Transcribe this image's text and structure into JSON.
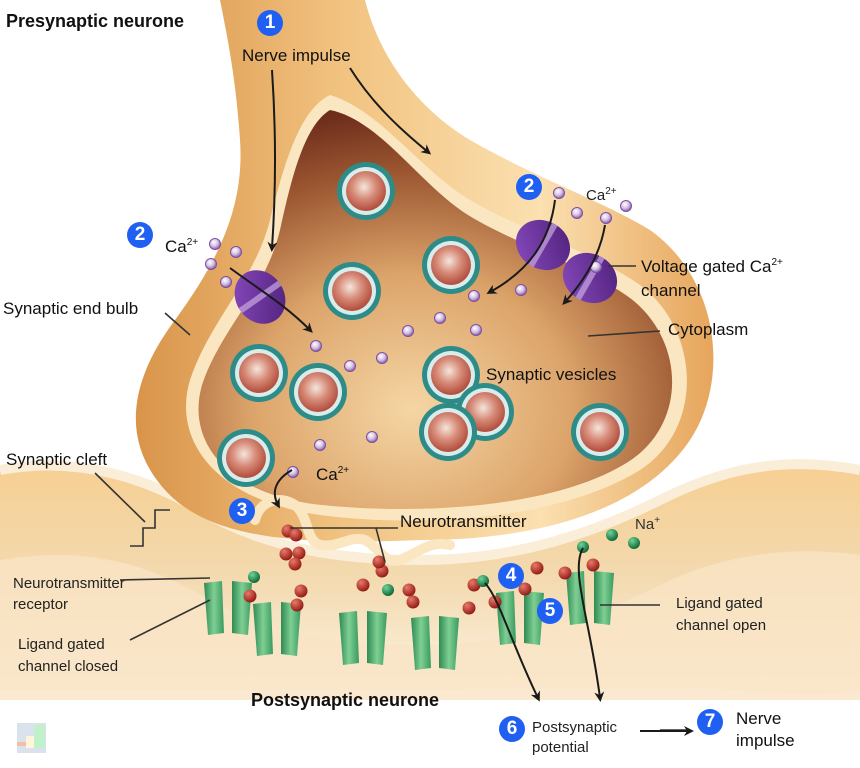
{
  "diagram": {
    "title_presynaptic": "Presynaptic neurone",
    "title_postsynaptic": "Postsynaptic neurone",
    "steps": [
      {
        "number": "1",
        "label": "Nerve impulse"
      },
      {
        "number": "2",
        "label": "Ca",
        "superscript": "2+"
      },
      {
        "number": "2",
        "label": "Ca",
        "superscript": "2+"
      },
      {
        "number": "3",
        "label": "Ca",
        "superscript": "2+"
      },
      {
        "number": "4",
        "label": ""
      },
      {
        "number": "5",
        "label": ""
      },
      {
        "number": "6",
        "label_line1": "Postsynaptic",
        "label_line2": "potential"
      },
      {
        "number": "7",
        "label_line1": "Nerve",
        "label_line2": "impulse"
      }
    ],
    "labels": {
      "synaptic_end_bulb": "Synaptic end bulb",
      "voltage_gated_line1": "Voltage gated Ca",
      "voltage_gated_sup": "2+",
      "voltage_gated_line2": "channel",
      "cytoplasm": "Cytoplasm",
      "synaptic_vesicles": "Synaptic vesicles",
      "synaptic_cleft": "Synaptic cleft",
      "neurotransmitter": "Neurotransmitter",
      "receptor_line1": "Neurotransmitter",
      "receptor_line2": "receptor",
      "closed_line1": "Ligand gated",
      "closed_line2": "channel closed",
      "open_line1": "Ligand gated",
      "open_line2": "channel open",
      "sodium": "Na",
      "sodium_sup": "+"
    },
    "colors": {
      "badge": "#1f5ff2",
      "axon": "#e8b06a",
      "membrane": "#f6dfb8",
      "cytoplasm_dark": "#7a3a22",
      "cytoplasm_light": "#f0cc96",
      "vesicle_ring": "#2f8f8a",
      "vesicle_core": "#c8584a",
      "calcium_channel": "#6a2d9a",
      "calcium_ion": "#9b7bb6",
      "receptor": "#3fa86a",
      "neurotransmitter": "#b82a22",
      "sodium_ion": "#1f8a4a"
    }
  }
}
